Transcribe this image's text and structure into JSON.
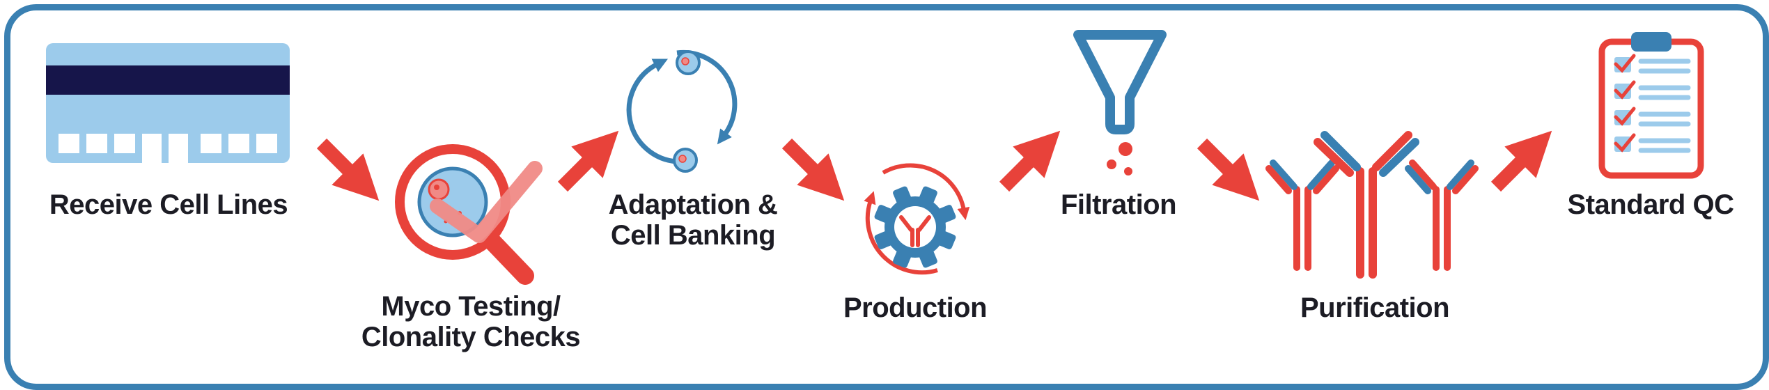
{
  "steps": {
    "receive": {
      "label": "Receive Cell Lines"
    },
    "myco": {
      "line1": "Myco Testing/",
      "line2": "Clonality Checks"
    },
    "adaptation": {
      "line1": "Adaptation &",
      "line2": "Cell Banking"
    },
    "production": {
      "label": "Production"
    },
    "filtration": {
      "label": "Filtration"
    },
    "purification": {
      "label": "Purification"
    },
    "qc": {
      "label": "Standard QC"
    }
  },
  "icons": [
    "building-icon",
    "magnifier-check-icon",
    "cell-cycle-icon",
    "gear-antibody-icon",
    "funnel-icon",
    "antibodies-icon",
    "clipboard-checklist-icon"
  ],
  "colors": {
    "blue": "#3a80b2",
    "light_blue": "#9ccbeb",
    "red": "#e8423a",
    "navy": "#16154a",
    "text": "#1c1c24"
  }
}
